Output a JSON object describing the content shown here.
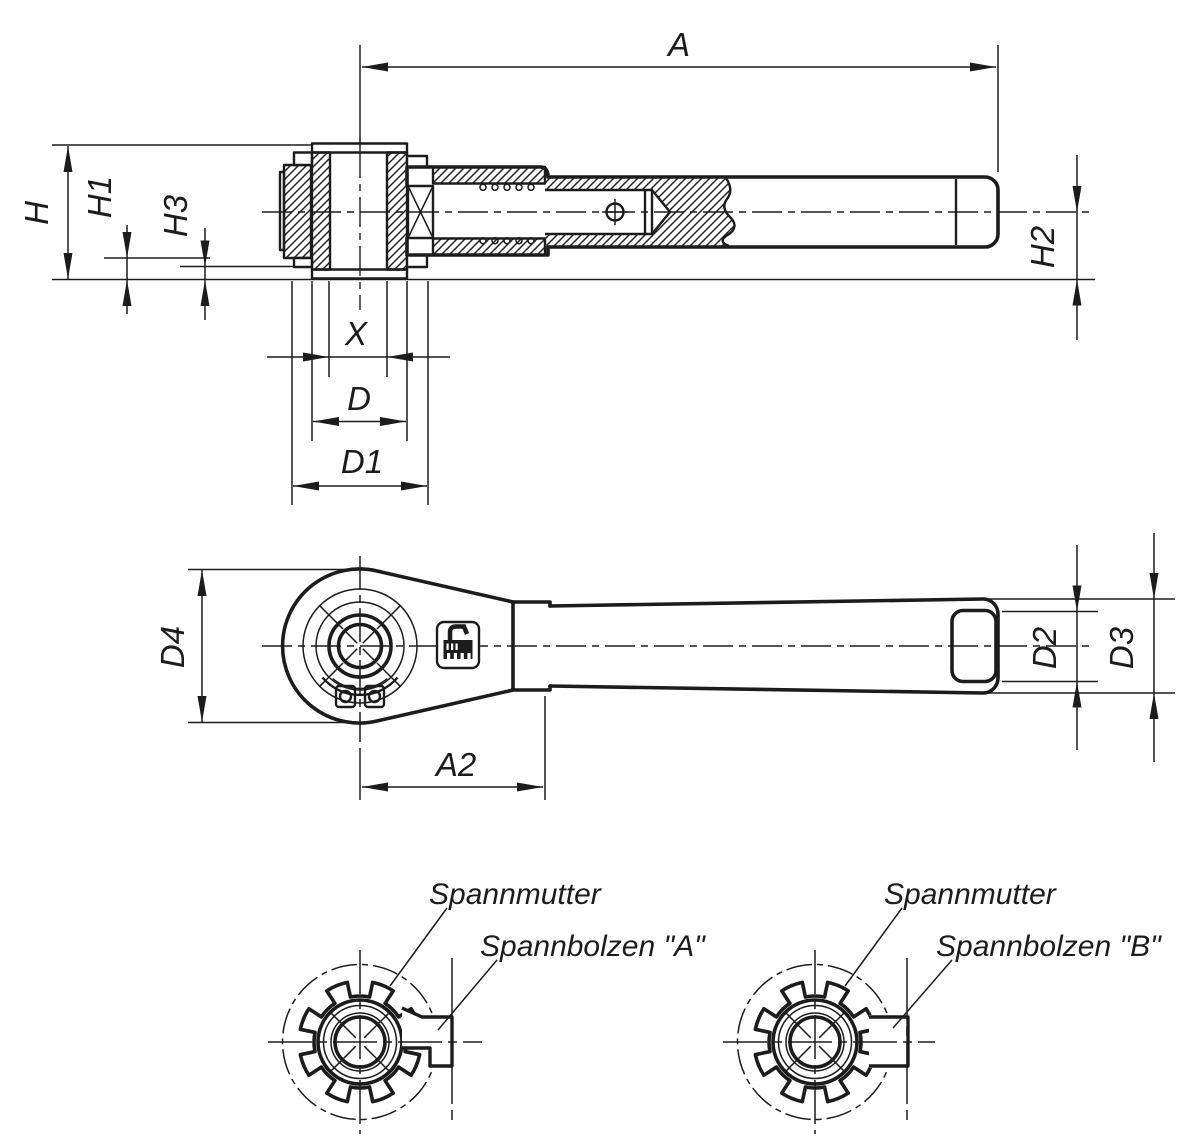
{
  "drawing": {
    "type": "technical-engineering-drawing",
    "subject": "adjustable tension lever with clamping nut, sectioned side view, top view and two end-detail views",
    "background": "#ffffff",
    "line_color": "#1c1c1c",
    "dimensions": {
      "a": "A",
      "h": "H",
      "h1": "H1",
      "h3": "H3",
      "h2": "H2",
      "x": "X",
      "d": "D",
      "d1": "D1",
      "d4": "D4",
      "a2": "A2",
      "d2": "D2",
      "d3": "D3"
    },
    "annotations": {
      "left_detail": {
        "nut_label": "Spannmutter",
        "bolt_label": "Spannbolzen \"A\""
      },
      "right_detail": {
        "nut_label": "Spannmutter",
        "bolt_label": "Spannbolzen \"B\""
      }
    },
    "logo": "kipp-logo-badge"
  }
}
